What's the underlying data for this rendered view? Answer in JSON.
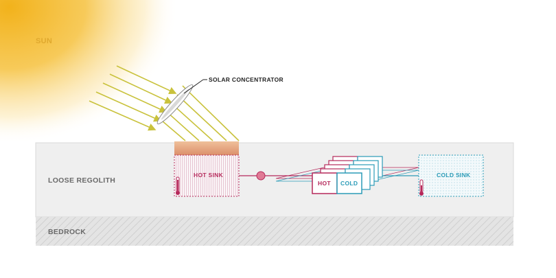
{
  "labels": {
    "sun": "SUN",
    "solar_concentrator": "SOLAR CONCENTRATOR",
    "loose_regolith": "LOOSE REGOLITH",
    "bedrock": "BEDROCK",
    "hot_sink": "HOT SINK",
    "cold_sink": "COLD SINK",
    "engine_hot": "HOT",
    "engine_cold": "COLD"
  },
  "colors": {
    "sun": "#f2b21b",
    "sun_label": "#e0a92e",
    "rays": "#c9c23c",
    "regolith": "#efefef",
    "bedrock": "#dedede",
    "hot": "#b5285a",
    "cold": "#2a9bb7",
    "hot_sink_top": "#e3a27a",
    "text_gray": "#6a6a6a"
  }
}
